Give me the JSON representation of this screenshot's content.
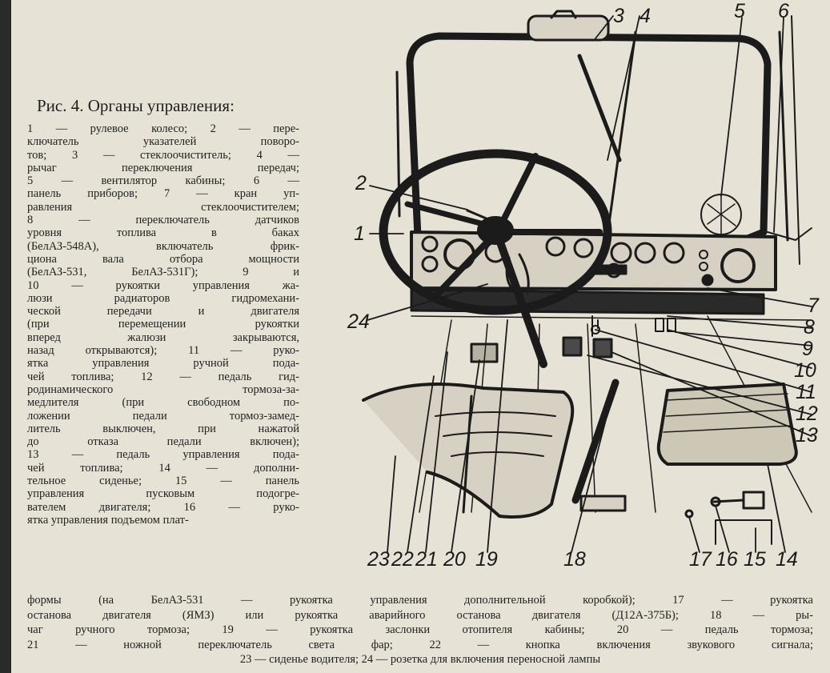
{
  "caption": {
    "title": "Рис. 4. Органы управления:",
    "lines": [
      "1 — рулевое колесо; 2 — пере-",
      "ключатель указателей поворо-",
      "тов; 3 — стеклоочиститель; 4 —",
      "рычаг переключения передач;",
      "5 — вентилятор кабины; 6 —",
      "панель приборов; 7 — кран уп-",
      "равления стеклоочистителем;",
      "8 — переключатель датчиков",
      "уровня топлива в баках",
      "(БелАЗ-548А), включатель фрик-",
      "циона вала отбора мощности",
      "(БелАЗ-531, БелАЗ-531Г); 9 и",
      "10 — рукоятки управления жа-",
      "люзи радиаторов гидромехани-",
      "ческой передачи и двигателя",
      "(при перемещении рукоятки",
      "вперед жалюзи закрываются,",
      "назад открываются); 11 — руко-",
      "ятка управления ручной пода-",
      "чей топлива; 12 — педаль гид-",
      "родинамического тормоза-за-",
      "медлителя (при свободном по-",
      "ложении педали тормоз-замед-",
      "литель выключен, при нажатой",
      "до отказа педали включен);",
      "13 — педаль управления пода-",
      "чей топлива; 14 — дополни-",
      "тельное сиденье; 15 — панель",
      "управления пусковым подогре-",
      "вателем двигателя; 16 — руко-",
      "ятка управления подъемом плат-"
    ],
    "bottom_lines": [
      "формы (на БелАЗ-531 — рукоятка управления дополнительной коробкой); 17 — рукоятка",
      "останова двигателя (ЯМЗ) или рукоятка аварийного останова двигателя (Д12А-375Б); 18 — ры-",
      "чаг ручного тормоза; 19 — рукоятка заслонки отопителя кабины; 20 — педаль тормоза;",
      "21 — ножной переключатель света фар; 22 — кнопка включения звукового сигнала;",
      "23 — сиденье водителя; 24 — розетка для включения переносной лампы"
    ]
  },
  "callouts": [
    "1",
    "2",
    "3",
    "4",
    "5",
    "6",
    "7",
    "8",
    "9",
    "10",
    "11",
    "12",
    "13",
    "14",
    "15",
    "16",
    "17",
    "18",
    "19",
    "20",
    "21",
    "22",
    "23",
    "24"
  ]
}
